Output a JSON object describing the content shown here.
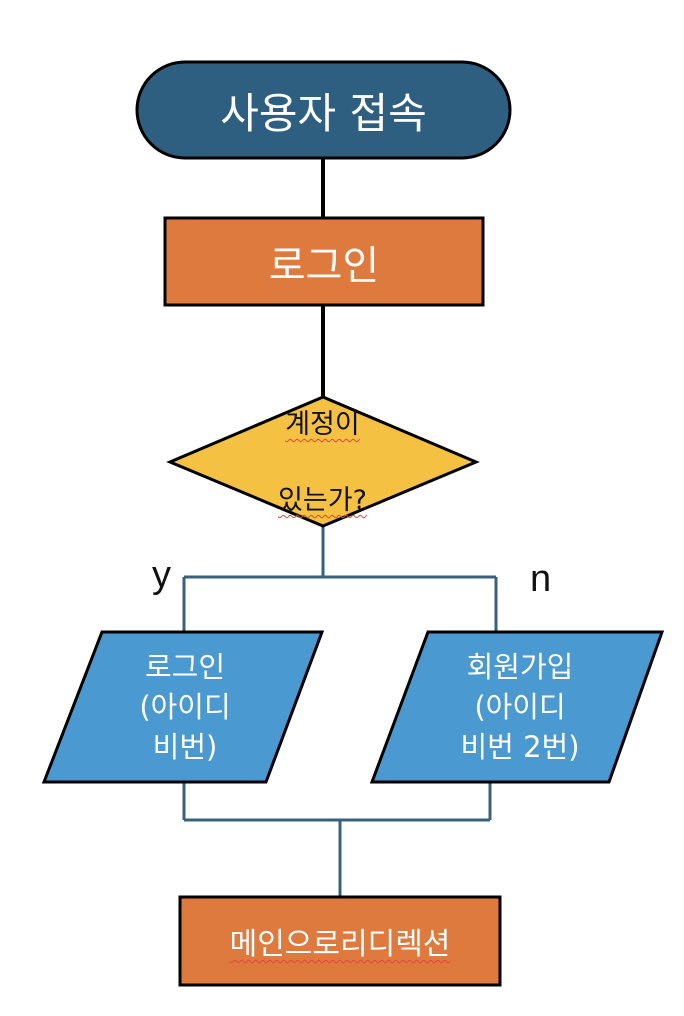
{
  "flowchart": {
    "start": {
      "label": "사용자 접속"
    },
    "login": {
      "label": "로그인"
    },
    "decision": {
      "line1": "계정이",
      "line2": "있는가?"
    },
    "branches": {
      "yes": "y",
      "no": "n"
    },
    "login_input": {
      "text": "로그인\n(아이디\n비번)"
    },
    "signup_input": {
      "text": "회원가입\n(아이디\n비번 2번)"
    },
    "redirect": {
      "label": "메인으로리디렉션"
    }
  },
  "colors": {
    "terminal": "#2e5f81",
    "process": "#df7a3f",
    "decision": "#f4c142",
    "io": "#4b99d1",
    "connector_dark": "#000000",
    "connector_blue": "#38617f"
  }
}
